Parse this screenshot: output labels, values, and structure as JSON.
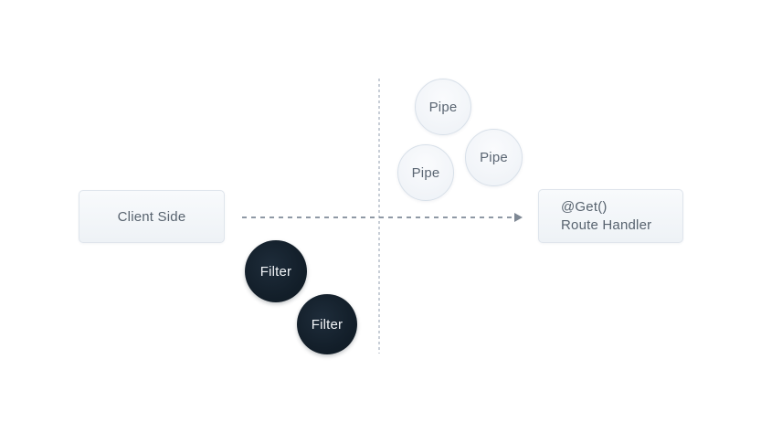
{
  "nodes": {
    "client_box": {
      "label": "Client Side"
    },
    "route_box": {
      "line1": "@Get()",
      "line2": "Route Handler"
    },
    "pipes": [
      {
        "label": "Pipe"
      },
      {
        "label": "Pipe"
      },
      {
        "label": "Pipe"
      }
    ],
    "filters": [
      {
        "label": "Filter"
      },
      {
        "label": "Filter"
      }
    ]
  },
  "connectors": {
    "request_arrow": {
      "style": "dashed",
      "direction": "right"
    },
    "divider": {
      "style": "dashed",
      "orientation": "vertical"
    }
  },
  "colors": {
    "background": "#ffffff",
    "box_fill_top": "#f8fafc",
    "box_fill_bottom": "#eef2f6",
    "box_border": "#dfe5ec",
    "box_text": "#58636f",
    "pipe_fill": "#edf1f6",
    "pipe_border": "#d8e0e9",
    "pipe_text": "#5b6673",
    "filter_fill": "#131f2a",
    "filter_text": "#f2f5f8",
    "arrow": "#8f99a5",
    "divider": "#c9cfd7"
  }
}
